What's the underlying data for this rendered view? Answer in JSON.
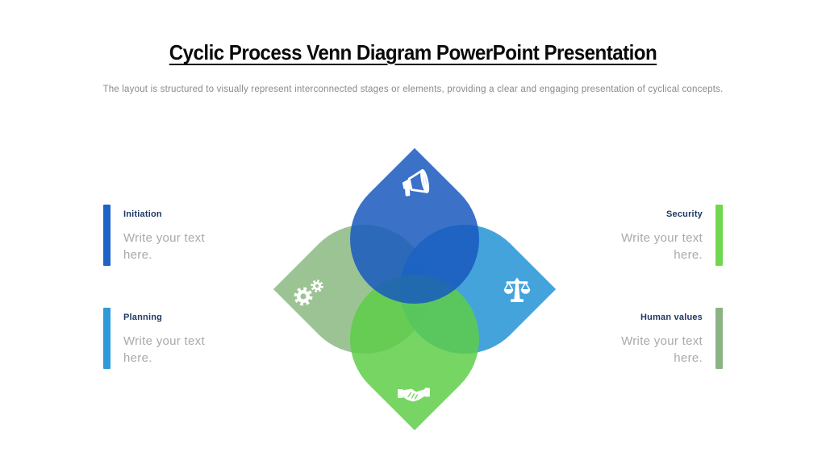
{
  "slide": {
    "title": "Cyclic Process Venn Diagram PowerPoint Presentation",
    "subtitle": "The layout is structured to visually represent interconnected stages or elements, providing a clear and engaging presentation of cyclical concepts."
  },
  "theme": {
    "title_color": "#0A0A0A",
    "subtitle_color": "#8A8A8A",
    "heading_color": "#1F3864",
    "placeholder_color": "#A9A9A9",
    "background": "#FFFFFF"
  },
  "text_blocks": [
    {
      "label": "Initiation",
      "placeholder": "Write your text here.",
      "bar_color": "#1E63C8",
      "side": "left"
    },
    {
      "label": "Planning",
      "placeholder": "Write your text here.",
      "bar_color": "#2E9BD8",
      "side": "left"
    },
    {
      "label": "Security",
      "placeholder": "Write your text here.",
      "bar_color": "#6FD750",
      "side": "right"
    },
    {
      "label": "Human values",
      "placeholder": "Write your text here.",
      "bar_color": "#8DB286",
      "side": "right"
    }
  ],
  "diagram": {
    "opacity": "0.85",
    "icon_color": "#FFFFFF",
    "handshake_gap_color": "#76D563",
    "petals": [
      {
        "direction": "top",
        "color": "#1959BE",
        "icon": "megaphone-icon"
      },
      {
        "direction": "right",
        "color": "#2493D6",
        "icon": "scales-icon"
      },
      {
        "direction": "bottom",
        "color": "#5ECE48",
        "icon": "handshake-icon"
      },
      {
        "direction": "left",
        "color": "#8BB881",
        "icon": "gears-icon"
      }
    ]
  }
}
